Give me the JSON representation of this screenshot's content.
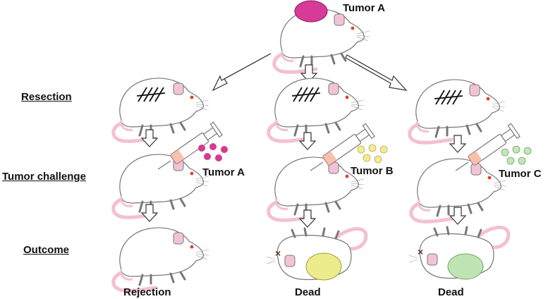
{
  "top": {
    "tumor_label": "Tumor A"
  },
  "rows": {
    "resection": "Resection",
    "challenge": "Tumor challenge",
    "outcome": "Outcome"
  },
  "columns": [
    {
      "challenge_tumor": "Tumor A",
      "outcome": "Rejection",
      "dot_color": "#d63a8e",
      "tumor_color": null
    },
    {
      "challenge_tumor": "Tumor B",
      "outcome": "Dead",
      "dot_color": "#f3eb93",
      "tumor_color": "#ecec8c"
    },
    {
      "challenge_tumor": "Tumor C",
      "outcome": "Dead",
      "dot_color": "#c3e6b9",
      "tumor_color": "#bfe3b3"
    }
  ],
  "colors": {
    "primary_tumor": "#d83a98",
    "mouse_body": "#ffffff",
    "mouse_outline": "#777777",
    "ear_pink": "#f2c3d6",
    "tail_pink": "#f4c0d1",
    "eye_red": "#e0402a"
  }
}
